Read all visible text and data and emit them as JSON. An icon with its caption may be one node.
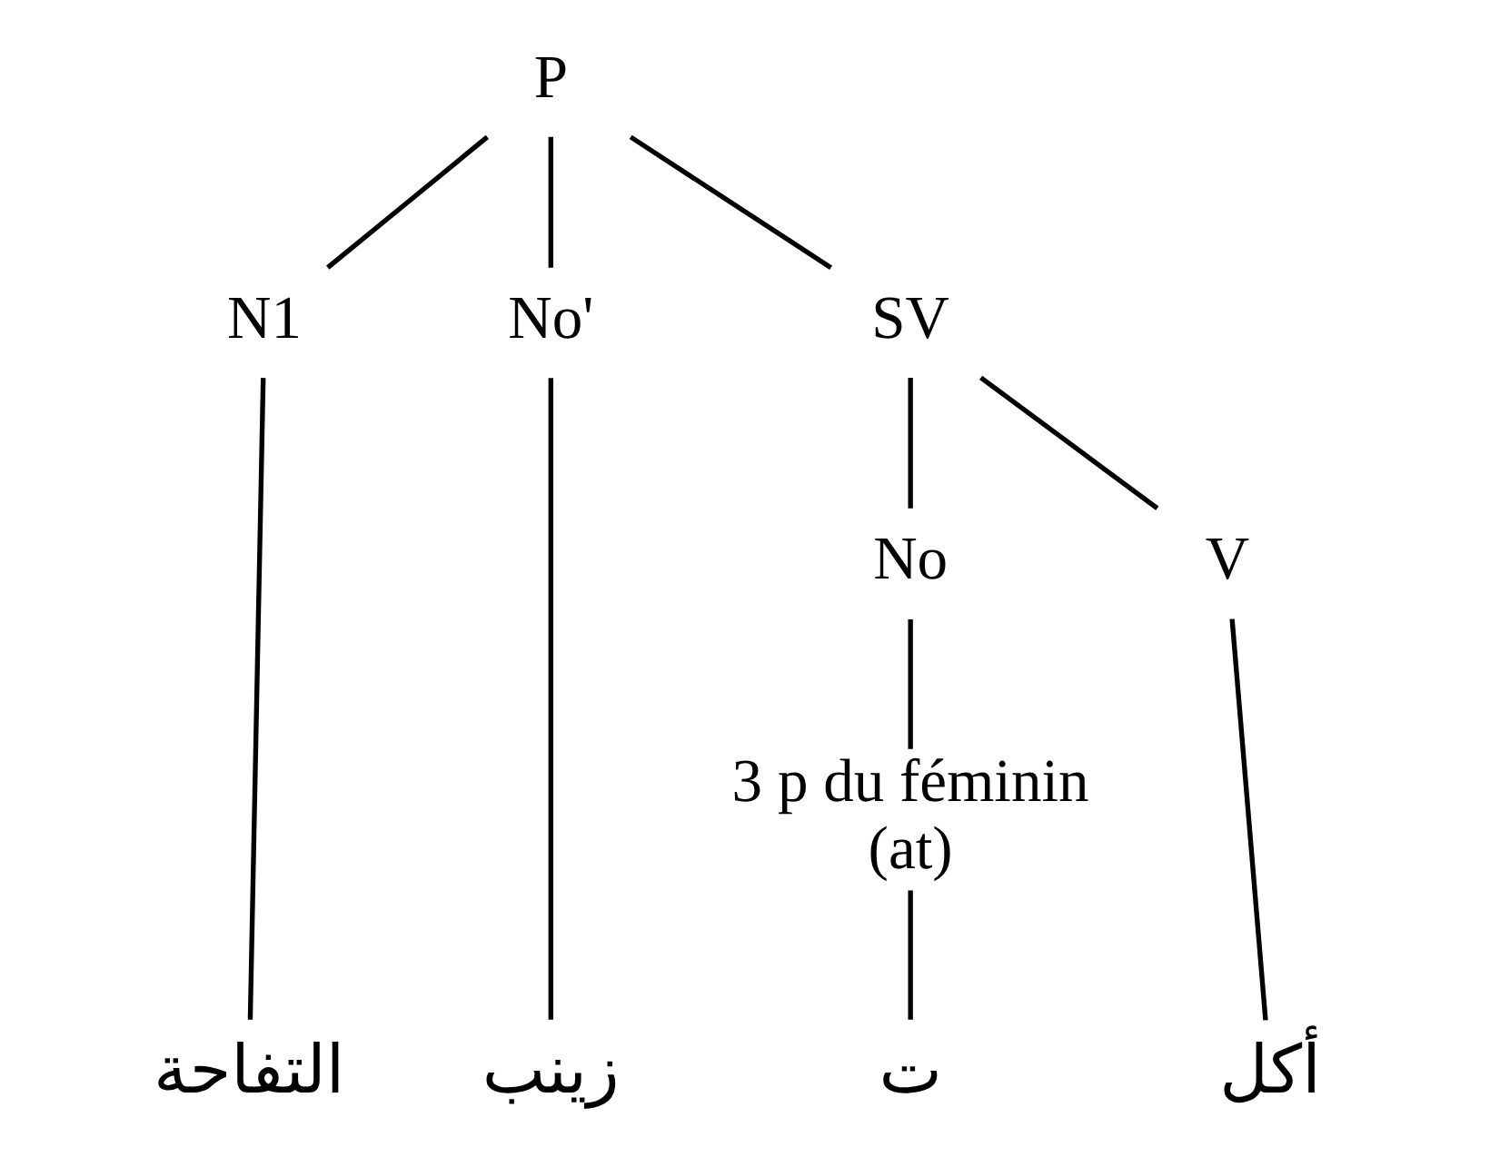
{
  "diagram": {
    "nodes": [
      {
        "text": [
          "P"
        ]
      },
      {
        "text": [
          "N1"
        ]
      },
      {
        "text": [
          "No'"
        ]
      },
      {
        "text": [
          "SV"
        ]
      },
      {
        "text": [
          "No"
        ]
      },
      {
        "text": [
          "V"
        ]
      },
      {
        "text": [
          "3 p du féminin (at)"
        ]
      },
      {
        "text": [
          "التفاحة"
        ]
      },
      {
        "text": [
          "زينب"
        ]
      },
      {
        "text": [
          "ت"
        ]
      },
      {
        "text": [
          "أكل"
        ]
      }
    ],
    "edges": [
      {
        "from": 0,
        "to": 1,
        "arrow": "none"
      },
      {
        "from": 0,
        "to": 2,
        "arrow": "none"
      },
      {
        "from": 0,
        "to": 3,
        "arrow": "none"
      },
      {
        "from": 1,
        "to": 7,
        "arrow": "none"
      },
      {
        "from": 2,
        "to": 8,
        "arrow": "none"
      },
      {
        "from": 3,
        "to": 4,
        "arrow": "none"
      },
      {
        "from": 3,
        "to": 5,
        "arrow": "none"
      },
      {
        "from": 4,
        "to": 6,
        "arrow": "none"
      },
      {
        "from": 6,
        "to": 9,
        "arrow": "none"
      },
      {
        "from": 5,
        "to": 10,
        "arrow": "none"
      }
    ]
  }
}
